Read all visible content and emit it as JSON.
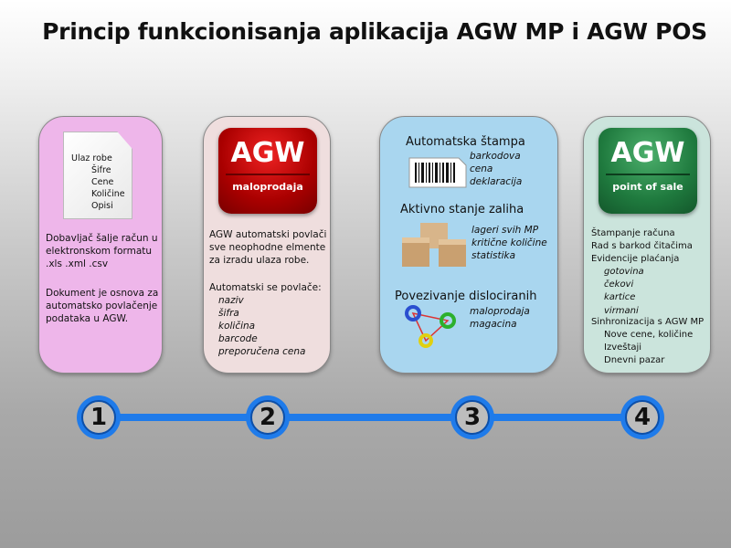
{
  "title": "Princip funkcionisanja aplikacija AGW MP i AGW POS",
  "card1": {
    "doc_lines": [
      "Ulaz robe",
      "Šifre",
      "Cene",
      "Količine",
      "Opisi"
    ],
    "p1": [
      "Dobavljač šalje račun u",
      "elektronskom formatu",
      ".xls .xml .csv"
    ],
    "p2": [
      "Dokument je osnova za",
      "automatsko povlačenje",
      "podataka u AGW."
    ]
  },
  "card2": {
    "logo": "AGW",
    "logo_sub": "maloprodaja",
    "p1": [
      "AGW automatski povlači",
      "sve neophodne elmente",
      "za izradu ulaza robe."
    ],
    "p2_title": "Automatski se povlače:",
    "items": [
      "naziv",
      "šifra",
      "količina",
      "barcode",
      "preporučena cena"
    ]
  },
  "card3": {
    "h1": "Automatska štampa",
    "h1_items": [
      "barkodova",
      "cena",
      "deklaracija"
    ],
    "h2": "Aktivno stanje zaliha",
    "h2_items": [
      "lageri svih MP",
      "kritične količine",
      "statistika"
    ],
    "h3": "Povezivanje dislociranih",
    "h3_items": [
      "maloprodaja",
      "magacina"
    ]
  },
  "card4": {
    "logo": "AGW",
    "logo_sub": "point of sale",
    "lines": [
      "Štampanje računa",
      "Rad s barkod čitačima",
      "Evidencije plaćanja"
    ],
    "payments": [
      "gotovina",
      "čekovi",
      "kartice",
      "virmani"
    ],
    "sync": "Sinhronizacija s AGW MP",
    "sync_items": [
      "Nove cene, količine",
      "Izveštaji",
      "Dnevni pazar"
    ]
  },
  "steps": [
    "1",
    "2",
    "3",
    "4"
  ]
}
